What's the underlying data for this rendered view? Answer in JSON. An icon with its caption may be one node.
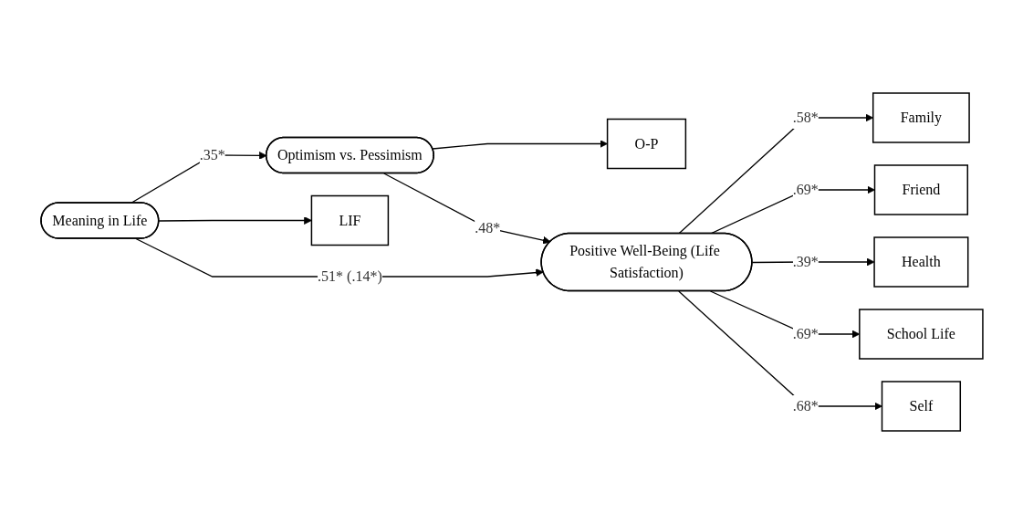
{
  "diagram": {
    "nodes": [
      {
        "text": [
          "O-P"
        ]
      },
      {
        "text": [
          "Optimism vs. Pessimism"
        ]
      },
      {
        "text": [
          "Meaning in Life"
        ]
      },
      {
        "text": [
          "Positive Well-Being (Life Satisfaction)"
        ]
      },
      {
        "text": [
          "LIF"
        ]
      },
      {
        "text": [
          "Family"
        ]
      },
      {
        "text": [
          "Friend"
        ]
      },
      {
        "text": [
          "Health"
        ]
      },
      {
        "text": [
          "School Life"
        ]
      },
      {
        "text": [
          "Self"
        ]
      }
    ],
    "edges": [
      {
        "from": 1,
        "to": 0,
        "arrow": "to"
      },
      {
        "from": 2,
        "to": 1,
        "arrow": "to",
        "label": ".35*"
      },
      {
        "from": 1,
        "to": 3,
        "arrow": "to",
        "label": ".48*"
      },
      {
        "from": 2,
        "to": 3,
        "arrow": "to",
        "label": ".51* (.14*)"
      },
      {
        "from": 2,
        "to": 4,
        "arrow": "to"
      },
      {
        "from": 3,
        "to": 5,
        "arrow": "to",
        "label": ".58*"
      },
      {
        "from": 3,
        "to": 6,
        "arrow": "to",
        "label": ".69*"
      },
      {
        "from": 3,
        "to": 7,
        "arrow": "to",
        "label": ".39*"
      },
      {
        "from": 3,
        "to": 8,
        "arrow": "to",
        "label": ".69*"
      },
      {
        "from": 3,
        "to": 9,
        "arrow": "to",
        "label": ".68*"
      }
    ]
  }
}
